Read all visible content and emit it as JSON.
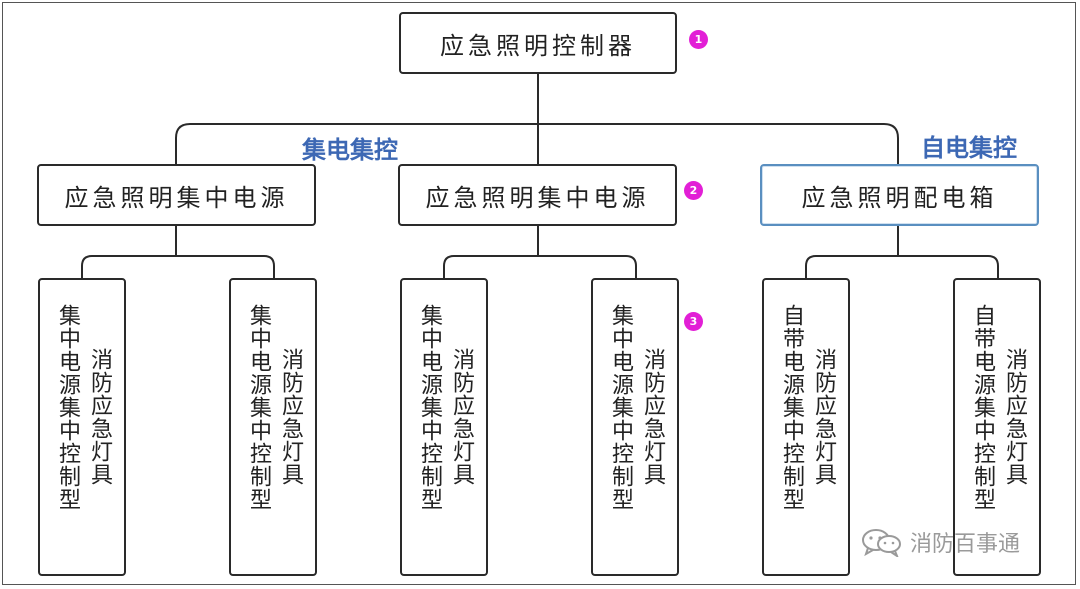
{
  "root": {
    "label": "应急照明控制器",
    "badge": "1"
  },
  "groups": {
    "central_label": "集电集控",
    "self_label": "自电集控"
  },
  "middle": [
    {
      "label": "应急照明集中电源"
    },
    {
      "label": "应急照明集中电源",
      "badge": "2"
    },
    {
      "label": "应急照明配电箱"
    }
  ],
  "leaves": [
    {
      "line1": "集中电源集中控制型",
      "line2": "消防应急灯具"
    },
    {
      "line1": "集中电源集中控制型",
      "line2": "消防应急灯具"
    },
    {
      "line1": "集中电源集中控制型",
      "line2": "消防应急灯具"
    },
    {
      "line1": "集中电源集中控制型",
      "line2": "消防应急灯具",
      "badge": "3"
    },
    {
      "line1": "自带电源集中控制型",
      "line2": "消防应急灯具"
    },
    {
      "line1": "自带电源集中控制型",
      "line2": "消防应急灯具"
    }
  ],
  "watermark": {
    "text": "消防百事通",
    "icon": "wechat-icon"
  },
  "colors": {
    "label_blue": "#3d68b4",
    "badge_magenta": "#e21fd6",
    "box_border": "#2a2a2a",
    "highlight_border": "#5a8fc0"
  }
}
